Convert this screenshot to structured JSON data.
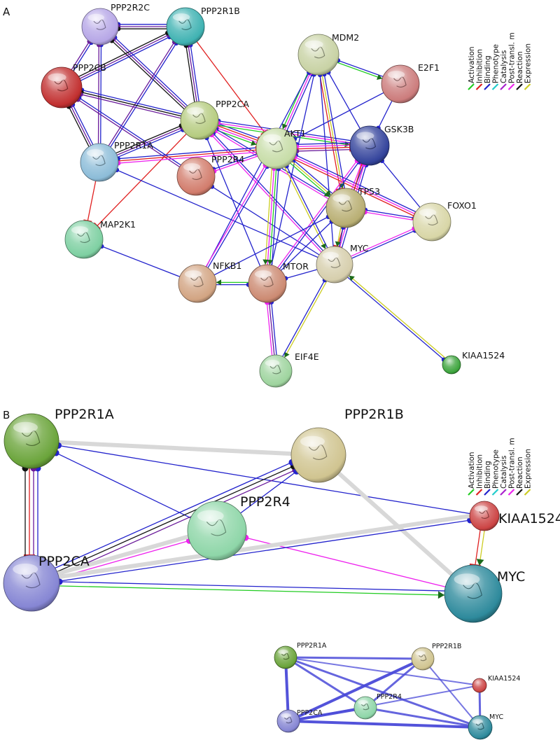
{
  "panels": {
    "A": {
      "letter": "A",
      "legend": [
        {
          "label": "Activation",
          "color": "#22cc22"
        },
        {
          "label": "Inhibition",
          "color": "#e02020"
        },
        {
          "label": "Binding",
          "color": "#2222cc"
        },
        {
          "label": "Phenotype",
          "color": "#22cccc"
        },
        {
          "label": "Catalysis",
          "color": "#aa22cc"
        },
        {
          "label": "Post-transl. m",
          "color": "#ee22ee"
        },
        {
          "label": "Reaction",
          "color": "#111111"
        },
        {
          "label": "Expression",
          "color": "#cccc22"
        }
      ],
      "nodes": [
        {
          "id": "PPP2R2C",
          "label": "PPP2R2C",
          "color": "#b6a6e6"
        },
        {
          "id": "PPP2R1B",
          "label": "PPP2R1B",
          "color": "#3fb2b2"
        },
        {
          "id": "PPP2CB",
          "label": "PPP2CB",
          "color": "#c23030"
        },
        {
          "id": "MDM2",
          "label": "MDM2",
          "color": "#c8d2a4"
        },
        {
          "id": "E2F1",
          "label": "E2F1",
          "color": "#cc7c7c"
        },
        {
          "id": "PPP2CA",
          "label": "PPP2CA",
          "color": "#b6cc80"
        },
        {
          "id": "AKT1",
          "label": "AKT1",
          "color": "#c6dca6"
        },
        {
          "id": "GSK3B",
          "label": "GSK3B",
          "color": "#34449c"
        },
        {
          "id": "PPP2R1A",
          "label": "PPP2R1A",
          "color": "#8cbcd8"
        },
        {
          "id": "PPP2R4",
          "label": "PPP2R4",
          "color": "#d27c6c"
        },
        {
          "id": "TP53",
          "label": "TP53",
          "color": "#b8ae72"
        },
        {
          "id": "FOXO1",
          "label": "FOXO1",
          "color": "#d8d6a6"
        },
        {
          "id": "MAP2K1",
          "label": "MAP2K1",
          "color": "#7ed0a2"
        },
        {
          "id": "MYC",
          "label": "MYC",
          "color": "#d6ceac"
        },
        {
          "id": "NFKB1",
          "label": "NFKB1",
          "color": "#d2a482"
        },
        {
          "id": "MTOR",
          "label": "MTOR",
          "color": "#cc8a72"
        },
        {
          "id": "EIF4E",
          "label": "EIF4E",
          "color": "#9ed49e"
        },
        {
          "id": "KIAA1524",
          "label": "KIAA1524",
          "color": "#3ca43c"
        }
      ],
      "edges": [
        {
          "from": "PPP2R2C",
          "to": "PPP2R1B",
          "types": [
            "binding",
            "catalysis",
            "reaction"
          ]
        },
        {
          "from": "PPP2R2C",
          "to": "PPP2CB",
          "types": [
            "binding",
            "catalysis"
          ]
        },
        {
          "from": "PPP2R2C",
          "to": "PPP2CA",
          "types": [
            "binding",
            "catalysis",
            "reaction"
          ]
        },
        {
          "from": "PPP2R2C",
          "to": "PPP2R1A",
          "types": [
            "binding",
            "catalysis"
          ]
        },
        {
          "from": "PPP2R1B",
          "to": "PPP2CB",
          "types": [
            "binding",
            "catalysis",
            "reaction"
          ]
        },
        {
          "from": "PPP2R1B",
          "to": "PPP2CA",
          "types": [
            "binding",
            "catalysis",
            "reaction"
          ]
        },
        {
          "from": "PPP2R1B",
          "to": "PPP2R1A",
          "types": [
            "binding",
            "catalysis"
          ]
        },
        {
          "from": "PPP2R1B",
          "to": "AKT1",
          "types": [
            "inhibition"
          ]
        },
        {
          "from": "PPP2CB",
          "to": "PPP2CA",
          "types": [
            "binding",
            "reaction",
            "catalysis"
          ]
        },
        {
          "from": "PPP2CB",
          "to": "PPP2R1A",
          "types": [
            "binding",
            "catalysis",
            "reaction"
          ]
        },
        {
          "from": "PPP2CB",
          "to": "PPP2R4",
          "types": [
            "binding",
            "catalysis"
          ]
        },
        {
          "from": "PPP2CA",
          "to": "PPP2R1A",
          "types": [
            "binding",
            "catalysis",
            "reaction"
          ]
        },
        {
          "from": "PPP2CA",
          "to": "AKT1",
          "types": [
            "binding",
            "inhibition",
            "posttransl",
            "activation"
          ]
        },
        {
          "from": "PPP2CA",
          "to": "GSK3B",
          "types": [
            "binding",
            "posttransl",
            "activation"
          ]
        },
        {
          "from": "PPP2CA",
          "to": "TP53",
          "types": [
            "binding",
            "posttransl"
          ]
        },
        {
          "from": "PPP2CA",
          "to": "MYC",
          "types": [
            "binding",
            "posttransl"
          ]
        },
        {
          "from": "PPP2CA",
          "to": "MAP2K1",
          "types": [
            "inhibition"
          ]
        },
        {
          "from": "PPP2CA",
          "to": "MTOR",
          "types": [
            "binding"
          ]
        },
        {
          "from": "PPP2R1A",
          "to": "AKT1",
          "types": [
            "binding",
            "inhibition",
            "posttransl"
          ]
        },
        {
          "from": "PPP2R1A",
          "to": "MAP2K1",
          "types": [
            "inhibition"
          ]
        },
        {
          "from": "PPP2R1A",
          "to": "MYC",
          "types": [
            "binding"
          ]
        },
        {
          "from": "PPP2R4",
          "to": "AKT1",
          "types": [
            "binding",
            "posttransl"
          ]
        },
        {
          "from": "PPP2R4",
          "to": "MYC",
          "types": [
            "binding"
          ]
        },
        {
          "from": "MDM2",
          "to": "E2F1",
          "types": [
            "binding",
            "activation"
          ]
        },
        {
          "from": "MDM2",
          "to": "AKT1",
          "types": [
            "binding",
            "posttransl",
            "activation"
          ]
        },
        {
          "from": "MDM2",
          "to": "TP53",
          "types": [
            "binding",
            "expression",
            "inhibition"
          ]
        },
        {
          "from": "MDM2",
          "to": "MYC",
          "types": [
            "binding"
          ]
        },
        {
          "from": "MDM2",
          "to": "MTOR",
          "types": [
            "binding"
          ]
        },
        {
          "from": "MDM2",
          "to": "NFKB1",
          "types": [
            "binding"
          ]
        },
        {
          "from": "MDM2",
          "to": "GSK3B",
          "types": [
            "binding"
          ]
        },
        {
          "from": "AKT1",
          "to": "GSK3B",
          "types": [
            "binding",
            "posttransl",
            "inhibition",
            "catalysis"
          ]
        },
        {
          "from": "AKT1",
          "to": "TP53",
          "types": [
            "binding",
            "expression",
            "activation"
          ]
        },
        {
          "from": "AKT1",
          "to": "FOXO1",
          "types": [
            "binding",
            "posttransl",
            "inhibition"
          ]
        },
        {
          "from": "AKT1",
          "to": "MYC",
          "types": [
            "binding",
            "expression"
          ]
        },
        {
          "from": "AKT1",
          "to": "MTOR",
          "types": [
            "binding",
            "activation",
            "posttransl",
            "expression"
          ]
        },
        {
          "from": "AKT1",
          "to": "NFKB1",
          "types": [
            "binding",
            "posttransl"
          ]
        },
        {
          "from": "AKT1",
          "to": "E2F1",
          "types": [
            "binding"
          ]
        },
        {
          "from": "GSK3B",
          "to": "TP53",
          "types": [
            "binding",
            "posttransl"
          ]
        },
        {
          "from": "GSK3B",
          "to": "MYC",
          "types": [
            "binding",
            "posttransl",
            "inhibition"
          ]
        },
        {
          "from": "GSK3B",
          "to": "FOXO1",
          "types": [
            "binding"
          ]
        },
        {
          "from": "GSK3B",
          "to": "MTOR",
          "types": [
            "binding",
            "posttransl"
          ]
        },
        {
          "from": "GSK3B",
          "to": "E2F1",
          "types": [
            "binding"
          ]
        },
        {
          "from": "TP53",
          "to": "MYC",
          "types": [
            "binding",
            "expression"
          ]
        },
        {
          "from": "TP53",
          "to": "FOXO1",
          "types": [
            "binding",
            "posttransl"
          ]
        },
        {
          "from": "TP53",
          "to": "MTOR",
          "types": [
            "binding"
          ]
        },
        {
          "from": "TP53",
          "to": "NFKB1",
          "types": [
            "binding"
          ]
        },
        {
          "from": "FOXO1",
          "to": "MYC",
          "types": [
            "binding",
            "posttransl"
          ]
        },
        {
          "from": "MAP2K1",
          "to": "NFKB1",
          "types": [
            "binding"
          ]
        },
        {
          "from": "MTOR",
          "to": "NFKB1",
          "types": [
            "binding",
            "activation"
          ]
        },
        {
          "from": "MTOR",
          "to": "EIF4E",
          "types": [
            "binding",
            "catalysis",
            "posttransl"
          ]
        },
        {
          "from": "MTOR",
          "to": "MYC",
          "types": [
            "binding"
          ]
        },
        {
          "from": "MYC",
          "to": "EIF4E",
          "types": [
            "expression",
            "binding"
          ]
        },
        {
          "from": "KIAA1524",
          "to": "MYC",
          "types": [
            "binding",
            "expression"
          ]
        }
      ]
    },
    "B": {
      "letter": "B",
      "legend": [
        {
          "label": "Activation",
          "color": "#22cc22"
        },
        {
          "label": "Inhibition",
          "color": "#e02020"
        },
        {
          "label": "Binding",
          "color": "#2222cc"
        },
        {
          "label": "Phenotype",
          "color": "#22cccc"
        },
        {
          "label": "Catalysis",
          "color": "#aa22cc"
        },
        {
          "label": "Post-transl. m",
          "color": "#ee22ee"
        },
        {
          "label": "Reaction",
          "color": "#111111"
        },
        {
          "label": "Expression",
          "color": "#cccc22"
        }
      ],
      "nodes": [
        {
          "id": "PPP2R1A",
          "label": "PPP2R1A",
          "color": "#6aa43a"
        },
        {
          "id": "PPP2R1B",
          "label": "PPP2R1B",
          "color": "#d0c490"
        },
        {
          "id": "KIAA1524",
          "label": "KIAA1524",
          "color": "#cc4444"
        },
        {
          "id": "PPP2R4",
          "label": "PPP2R4",
          "color": "#8ed6a8"
        },
        {
          "id": "PPP2CA",
          "label": "PPP2CA",
          "color": "#8686d4"
        },
        {
          "id": "MYC",
          "label": "MYC",
          "color": "#2e8a9c"
        }
      ],
      "edges": [
        {
          "from": "PPP2R1A",
          "to": "PPP2CA",
          "types": [
            "binding",
            "catalysis",
            "inhibition",
            "reaction"
          ]
        },
        {
          "from": "PPP2R1A",
          "to": "PPP2R1B",
          "types": [
            "neutral"
          ]
        },
        {
          "from": "PPP2R1A",
          "to": "PPP2R4",
          "types": [
            "binding"
          ]
        },
        {
          "from": "PPP2R1A",
          "to": "KIAA1524",
          "types": [
            "binding"
          ]
        },
        {
          "from": "PPP2R1B",
          "to": "PPP2CA",
          "types": [
            "catalysis",
            "reaction",
            "binding"
          ]
        },
        {
          "from": "PPP2R1B",
          "to": "PPP2R4",
          "types": [
            "binding"
          ]
        },
        {
          "from": "PPP2R1B",
          "to": "MYC",
          "types": [
            "neutral"
          ]
        },
        {
          "from": "PPP2R4",
          "to": "PPP2CA",
          "types": [
            "posttransl",
            "neutral"
          ]
        },
        {
          "from": "PPP2R4",
          "to": "MYC",
          "types": [
            "posttransl"
          ]
        },
        {
          "from": "KIAA1524",
          "to": "PPP2CA",
          "types": [
            "binding",
            "neutral"
          ]
        },
        {
          "from": "KIAA1524",
          "to": "MYC",
          "types": [
            "expression",
            "inhibition"
          ]
        },
        {
          "from": "PPP2CA",
          "to": "MYC",
          "types": [
            "binding",
            "activation"
          ]
        }
      ]
    },
    "C": {
      "nodes": [
        {
          "id": "PPP2R1A",
          "label": "PPP2R1A",
          "color": "#6aa43a"
        },
        {
          "id": "PPP2R1B",
          "label": "PPP2R1B",
          "color": "#d0c490"
        },
        {
          "id": "KIAA1524",
          "label": "KIAA1524",
          "color": "#cc4444"
        },
        {
          "id": "PPP2R4",
          "label": "PPP2R4",
          "color": "#8ed6a8"
        },
        {
          "id": "PPP2CA",
          "label": "PPP2CA",
          "color": "#8686d4"
        },
        {
          "id": "MYC",
          "label": "MYC",
          "color": "#2e8a9c"
        }
      ],
      "edges": [
        {
          "from": "PPP2R1A",
          "to": "PPP2R1B",
          "weight": 3
        },
        {
          "from": "PPP2R1A",
          "to": "PPP2CA",
          "weight": 4
        },
        {
          "from": "PPP2R1A",
          "to": "PPP2R4",
          "weight": 3
        },
        {
          "from": "PPP2R1A",
          "to": "MYC",
          "weight": 3
        },
        {
          "from": "PPP2R1A",
          "to": "KIAA1524",
          "weight": 2
        },
        {
          "from": "PPP2R1B",
          "to": "PPP2CA",
          "weight": 4
        },
        {
          "from": "PPP2R1B",
          "to": "PPP2R4",
          "weight": 3
        },
        {
          "from": "PPP2R1B",
          "to": "MYC",
          "weight": 2
        },
        {
          "from": "PPP2CA",
          "to": "PPP2R4",
          "weight": 4
        },
        {
          "from": "PPP2CA",
          "to": "MYC",
          "weight": 4
        },
        {
          "from": "PPP2CA",
          "to": "KIAA1524",
          "weight": 2
        },
        {
          "from": "PPP2R4",
          "to": "MYC",
          "weight": 3
        },
        {
          "from": "KIAA1524",
          "to": "MYC",
          "weight": 3
        }
      ]
    }
  }
}
